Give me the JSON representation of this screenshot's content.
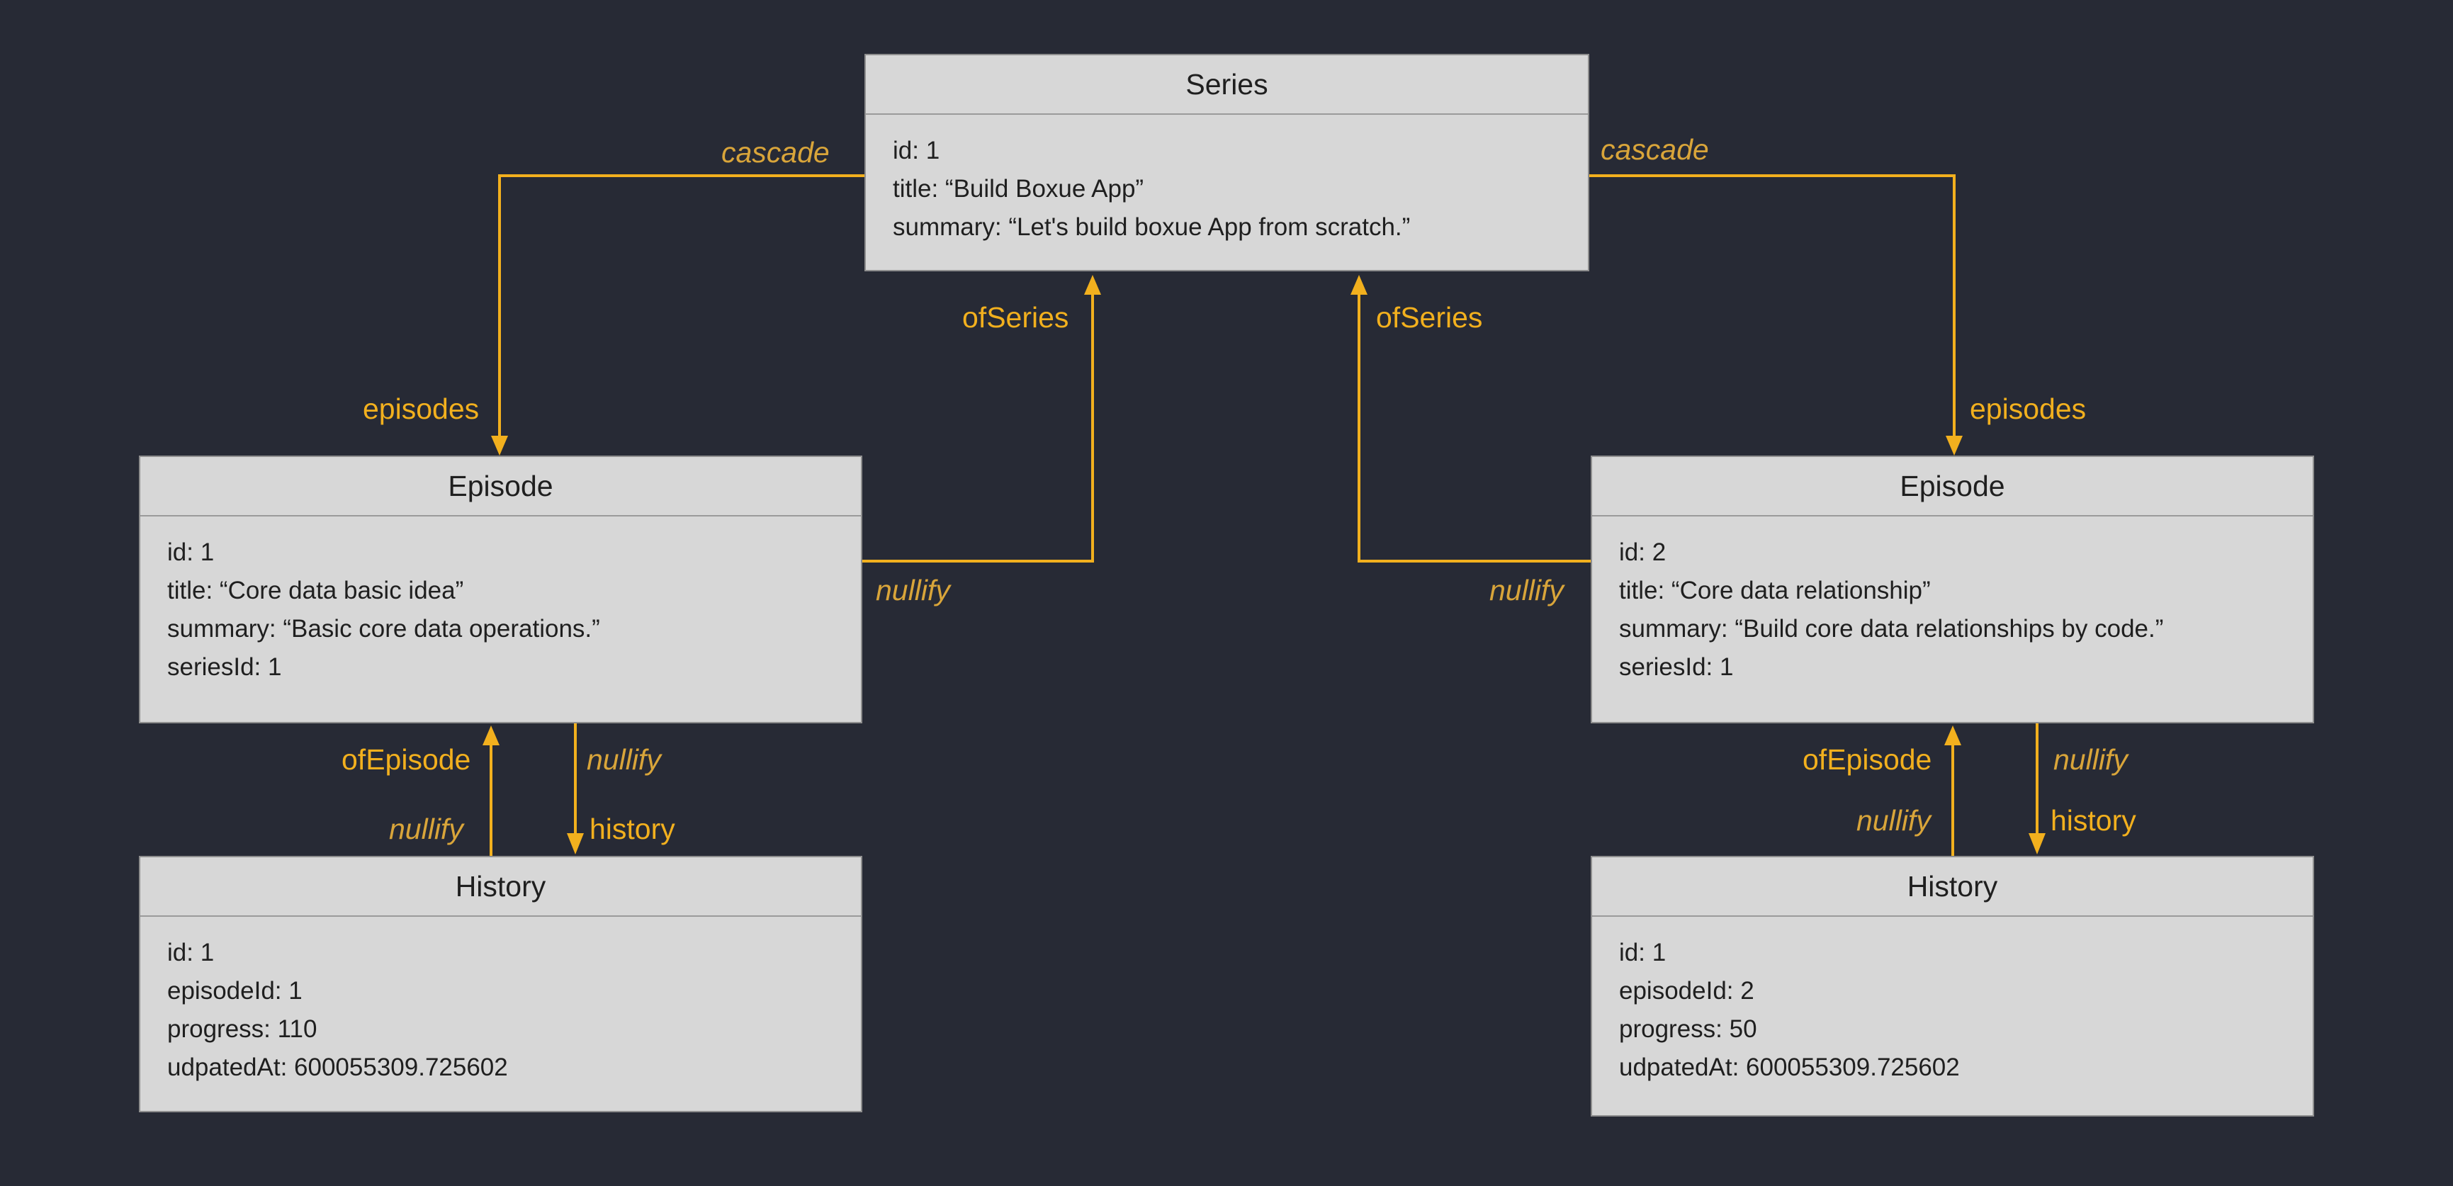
{
  "colors": {
    "background": "#272a35",
    "box": "#d7d7d7",
    "accent": "#f2b01e"
  },
  "entities": {
    "series": {
      "title": "Series",
      "fields": [
        "id: 1",
        "title: “Build Boxue App”",
        "summary: “Let's build boxue App from scratch.”"
      ]
    },
    "episode_left": {
      "title": "Episode",
      "fields": [
        "id: 1",
        "title: “Core data basic idea”",
        "summary: “Basic core data operations.”",
        "seriesId: 1"
      ]
    },
    "episode_right": {
      "title": "Episode",
      "fields": [
        "id: 2",
        "title: “Core data relationship”",
        "summary: “Build core data relationships by code.”",
        "seriesId: 1"
      ]
    },
    "history_left": {
      "title": "History",
      "fields": [
        "id: 1",
        "episodeId: 1",
        "progress: 110",
        "udpatedAt: 600055309.725602"
      ]
    },
    "history_right": {
      "title": "History",
      "fields": [
        "id: 1",
        "episodeId: 2",
        "progress: 50",
        "udpatedAt: 600055309.725602"
      ]
    }
  },
  "relationships": {
    "cascade_left": "cascade",
    "cascade_right": "cascade",
    "episodes_left": "episodes",
    "episodes_right": "episodes",
    "ofseries_left": "ofSeries",
    "ofseries_right": "ofSeries",
    "nullify_series_left": "nullify",
    "nullify_series_right": "nullify",
    "ofepisode_left": "ofEpisode",
    "ofepisode_right": "ofEpisode",
    "nullify_history_up_left": "nullify",
    "nullify_history_up_right": "nullify",
    "nullify_history_down_left": "nullify",
    "nullify_history_down_right": "nullify",
    "history_left": "history",
    "history_right": "history"
  }
}
